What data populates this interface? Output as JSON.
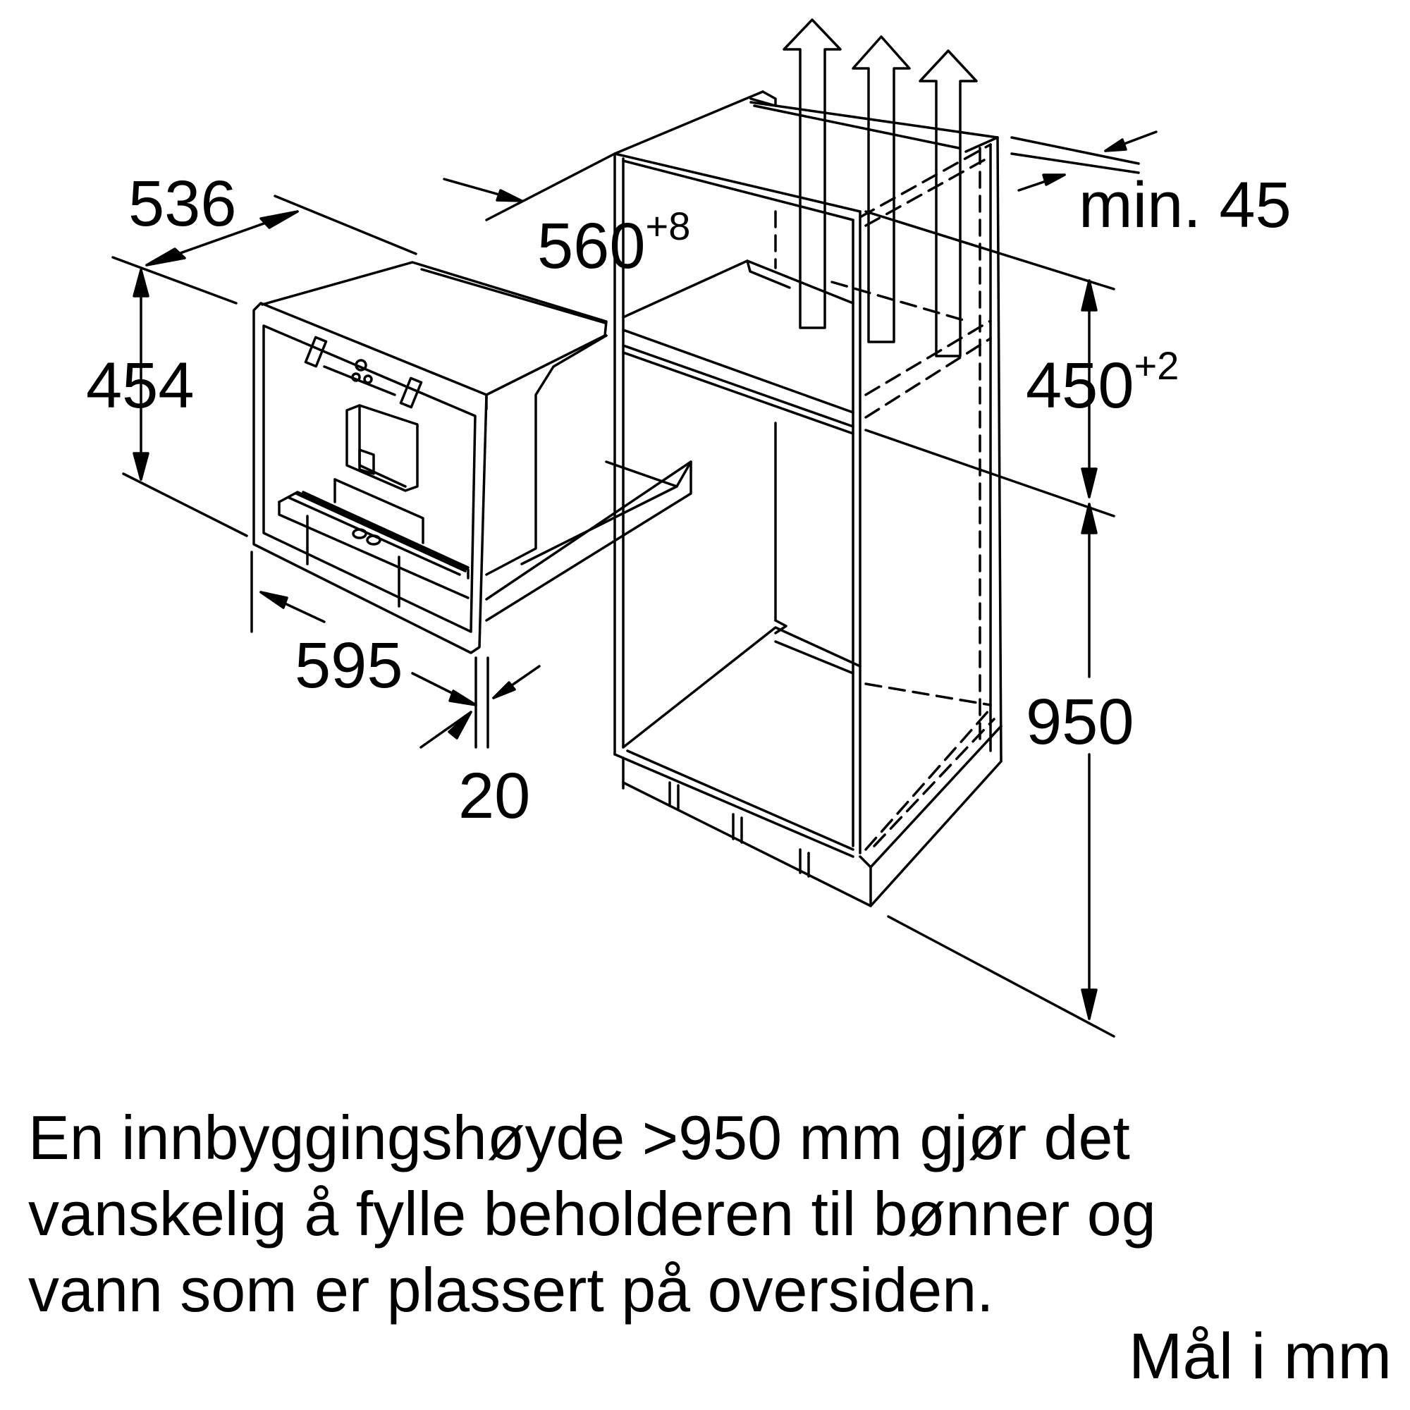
{
  "dimensions": {
    "width_536": "536",
    "height_454": "454",
    "width_595": "595",
    "depth_20": "20",
    "niche_depth": "560",
    "niche_depth_tol": "+8",
    "vent_gap": "min. 45",
    "niche_height": "450",
    "niche_height_tol": "+2",
    "install_height": "950"
  },
  "note": {
    "line1": "En innbyggingshøyde >950 mm gjør det",
    "line2": "vanskelig å fylle beholderen til bønner og",
    "line3": "vann som er plassert på oversiden."
  },
  "units_label": "Mål i mm",
  "colors": {
    "line": "#000000",
    "background": "#ffffff"
  },
  "icons": [
    "airflow-arrow-icon"
  ]
}
